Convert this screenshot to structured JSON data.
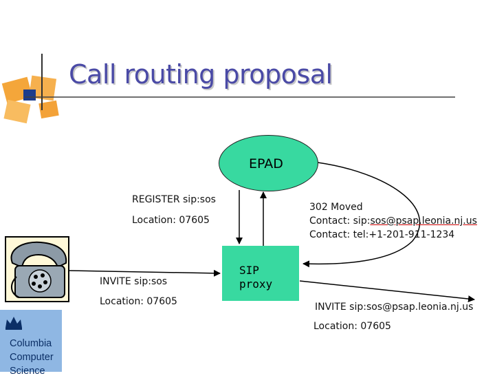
{
  "slide": {
    "title": "Call routing proposal"
  },
  "diagram": {
    "epad_label": "EPAD",
    "proxy_label_line1": "SIP",
    "proxy_label_line2": "proxy",
    "register_line1": "REGISTER sip:sos",
    "register_line2": "Location: 07605",
    "invite_left_line1": "INVITE sip:sos",
    "invite_left_line2": "Location: 07605",
    "moved_line1": "302 Moved",
    "moved_line2_prefix": "Contact: sip:",
    "moved_line2_link": "sos@psap.leonia.nj.us",
    "moved_line3": "Contact: tel:+1-201-911-1234",
    "invite_right_line1": "INVITE sip:sos@psap.leonia.nj.us",
    "invite_right_line2": "Location: 07605"
  },
  "logo": {
    "line1": "Columbia",
    "line2": "Computer",
    "line3": "Science"
  },
  "colors": {
    "title": "#4a4aa6",
    "node_fill": "#38d9a0",
    "logo_bg": "#8fb7e3",
    "logo_text": "#0b2f66",
    "underline": "#cc0000"
  },
  "icons": {
    "corner": "orange-squares-decoration",
    "phone": "telephone-icon",
    "crown": "crown-icon"
  }
}
